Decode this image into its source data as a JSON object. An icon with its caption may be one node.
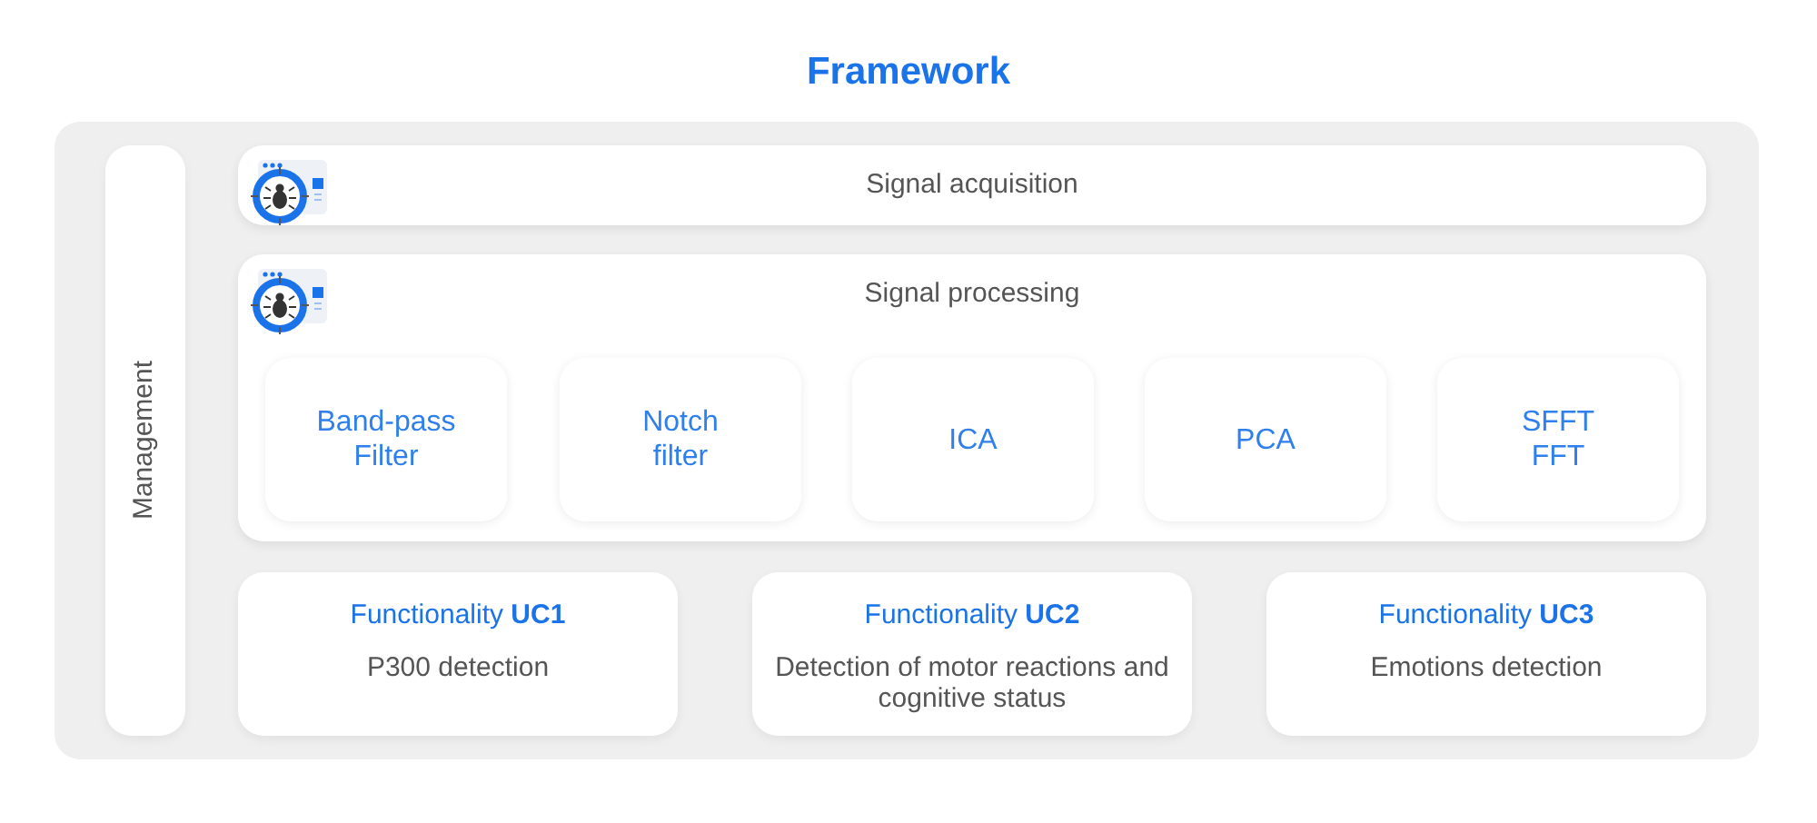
{
  "diagram": {
    "title": "Framework",
    "nodes": [
      {
        "text": [],
        "shape": "box"
      },
      {
        "text": [
          "Management"
        ],
        "in": 0
      },
      {
        "text": [
          "Signal acquisition"
        ],
        "in": 0
      },
      {
        "text": [
          "Signal processing"
        ],
        "in": 0
      },
      {
        "text": [
          "Band-pass Filter"
        ],
        "in": 3
      },
      {
        "text": [
          "Notch filter"
        ],
        "in": 3
      },
      {
        "text": [
          "ICA"
        ],
        "in": 3
      },
      {
        "text": [
          "PCA"
        ],
        "in": 3
      },
      {
        "text": [
          "SFFT FFT"
        ],
        "in": 3
      },
      {
        "text": [
          "Functionality **UC1**",
          "P300 detection"
        ],
        "in": 0
      },
      {
        "text": [
          "Functionality **UC2**",
          "Detection of motor reactions and cognitive status"
        ],
        "in": 0
      },
      {
        "text": [
          "Functionality **UC3**",
          "Emotions detection"
        ],
        "in": 0
      }
    ]
  }
}
